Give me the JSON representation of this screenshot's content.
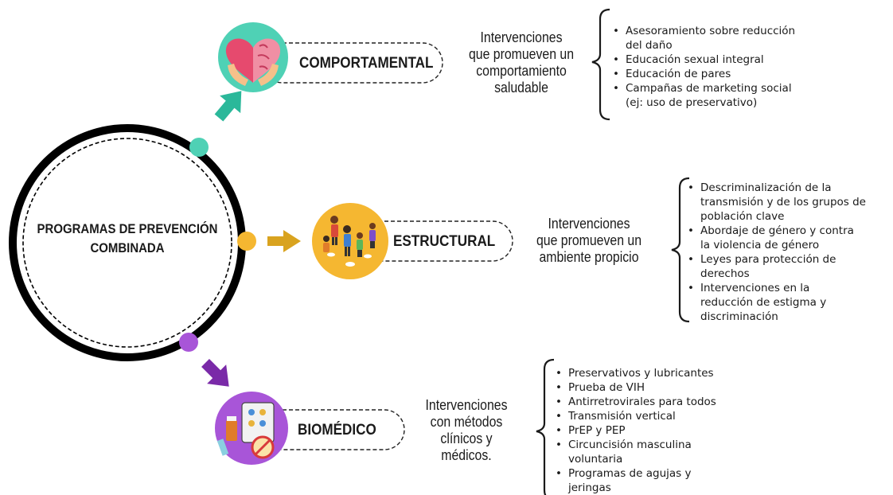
{
  "center": {
    "label": "PROGRAMAS DE PREVENCIÓN\nCOMBINADA"
  },
  "branches": [
    {
      "label": "COMPORTAMENTAL",
      "icon": "heart-brain-hands-icon",
      "color": "#4fd1b5",
      "description": "Intervenciones\nque promueven un\ncomportamiento\nsaludable",
      "items": [
        "Asesoramiento sobre reducción\ndel daño",
        "Educación sexual integral",
        "Educación de pares",
        "Campañas de marketing social\n(ej: uso de preservativo)"
      ]
    },
    {
      "label": "ESTRUCTURAL",
      "icon": "community-people-icon",
      "color": "#f5b731",
      "description": "Intervenciones\nque promueven un\nambiente propicio",
      "items": [
        "Descriminalización de la\ntransmisión y de los grupos de\npoblación clave",
        "Abordaje de género y contra\nla violencia de género",
        "Leyes para protección de\nderechos",
        "Intervenciones en la\nreducción de estigma y\ndiscriminación"
      ]
    },
    {
      "label": "BIOMÉDICO",
      "icon": "medicine-pills-syringe-icon",
      "color": "#a855d8",
      "description": "Intervenciones\ncon métodos\nclínicos y\nmédicos.",
      "items": [
        "Preservativos y lubricantes",
        "Prueba de VIH",
        "Antirretrovirales para todos",
        "Transmisión vertical",
        "PrEP y PEP",
        "Circuncisión masculina\nvoluntaria",
        "Programas de agujas y\njeringas"
      ]
    }
  ]
}
